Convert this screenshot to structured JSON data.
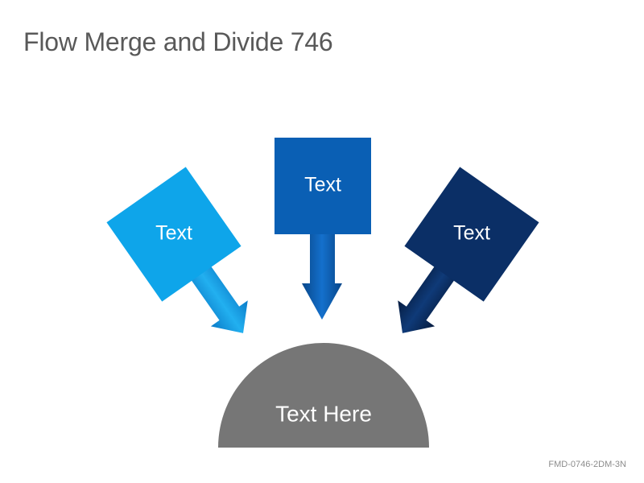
{
  "title": "Flow Merge and Divide 746",
  "boxes": [
    {
      "label": "Text",
      "color": "#0ea5ea"
    },
    {
      "label": "Text",
      "color": "#0a5fb4"
    },
    {
      "label": "Text",
      "color": "#0b2f66"
    }
  ],
  "base": {
    "label": "Text Here",
    "color": "#767676"
  },
  "footer_code": "FMD-0746-2DM-3N"
}
